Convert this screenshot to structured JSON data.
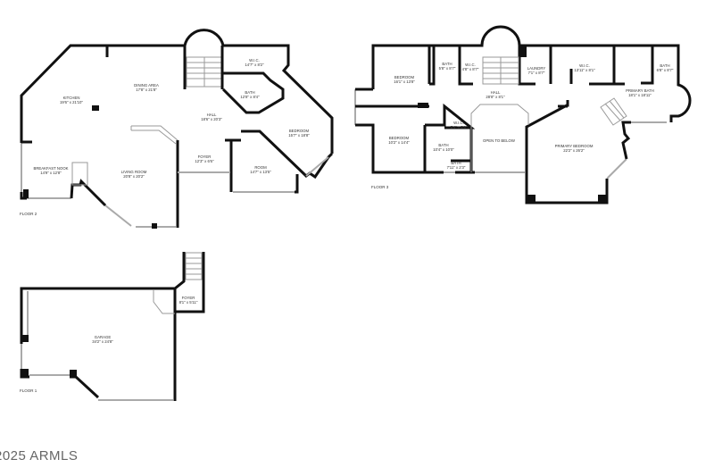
{
  "floor2": {
    "label": "FLOOR 2",
    "rooms": [
      {
        "name": "W.I.C.",
        "dims": "14'7\" x 8'2\""
      },
      {
        "name": "DINING AREA",
        "dims": "17'8\" x 21'8\""
      },
      {
        "name": "KITCHEN",
        "dims": "19'6\" x 21'10\""
      },
      {
        "name": "BATH",
        "dims": "12'8\" x 8'4\""
      },
      {
        "name": "HALL",
        "dims": "18'6\" x 20'3\""
      },
      {
        "name": "BEDROOM",
        "dims": "15'7\" x 18'8\""
      },
      {
        "name": "FOYER",
        "dims": "12'3\" x 6'6\""
      },
      {
        "name": "BREAKFAST NOOK",
        "dims": "14'9\" x 12'8\""
      },
      {
        "name": "LIVING ROOM",
        "dims": "20'8\" x 20'2\""
      },
      {
        "name": "ROOM",
        "dims": "14'7\" x 13'5\""
      }
    ]
  },
  "floor3": {
    "label": "FLOOR 3",
    "rooms": [
      {
        "name": "BEDROOM",
        "dims": "16'1\" x 13'8\""
      },
      {
        "name": "BATH",
        "dims": "5'8\" x 8'7\""
      },
      {
        "name": "W.I.C.",
        "dims": "4'8\" x 8'7\""
      },
      {
        "name": "LAUNDRY",
        "dims": "7'1\" x 8'7\""
      },
      {
        "name": "W.I.C.",
        "dims": "13'11\" x 8'1\""
      },
      {
        "name": "BATH",
        "dims": "6'8\" x 8'7\""
      },
      {
        "name": "HALL",
        "dims": "28'8\" x 8'1\""
      },
      {
        "name": "PRIMARY BATH",
        "dims": "18'1\" x 18'11\""
      },
      {
        "name": "W.I.C.",
        "dims": "5'4\" x 5'8\""
      },
      {
        "name": "BEDROOM",
        "dims": "10'2\" x 14'4\""
      },
      {
        "name": "OPEN TO BELOW",
        "dims": ""
      },
      {
        "name": "BATH",
        "dims": "10'4\" x 10'0\""
      },
      {
        "name": "PRIMARY BEDROOM",
        "dims": "22'2\" x 26'2\""
      },
      {
        "name": "BATH",
        "dims": "7'11\" x 2'3\""
      }
    ]
  },
  "floor1": {
    "label": "FLOOR 1",
    "rooms": [
      {
        "name": "GARAGE",
        "dims": "34'2\" x 24'8\""
      },
      {
        "name": "FOYER",
        "dims": "8'1\" x 5'11\""
      }
    ]
  },
  "watermark": "2025 ARMLS"
}
